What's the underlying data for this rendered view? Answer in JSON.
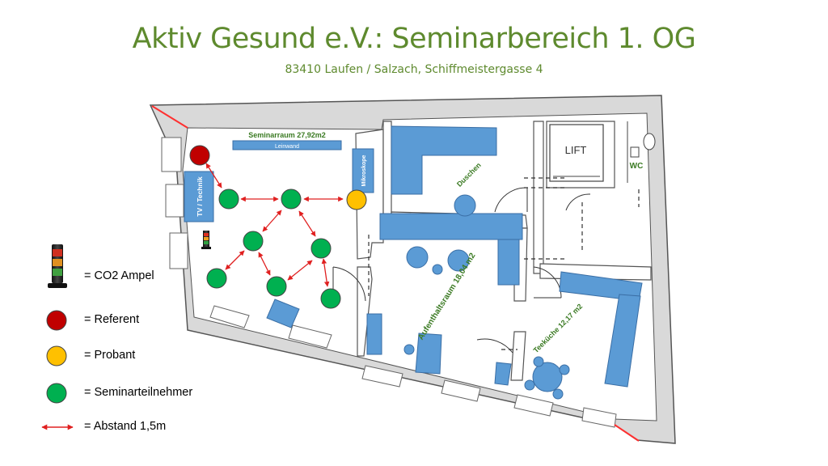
{
  "header": {
    "title": "Aktiv Gesund e.V.:  Seminarbereich  1. OG",
    "subtitle": "83410 Laufen / Salzach, Schiffmeistergasse 4"
  },
  "rooms": {
    "seminarraum": "Seminarraum 27,92m2",
    "leinwand": "Leinwand",
    "tv_technik": "TV  /  Technik",
    "mikroskope": "Mikroskope",
    "duschen": "Duschen",
    "lift": "LIFT",
    "wc": "WC",
    "aufenthaltsraum": "Aufenthaltsraum 18,04 m2",
    "teekueche": "Teeküche  12,17 m2"
  },
  "legend": {
    "co2": "=  CO2 Ampel",
    "referent": "=  Referent",
    "probant": "=  Probant",
    "teilnehmer": "=  Seminarteilnehmer",
    "abstand": "=  Abstand 1,5m"
  },
  "colors": {
    "title_green": "#5e8a2e",
    "furniture_blue": "#5b9bd5",
    "wall_gray": "#d9d9d9",
    "referent_red": "#c00000",
    "probant_yellow": "#ffc000",
    "teilnehmer_green": "#00b050",
    "arrow_red": "#e02020"
  }
}
